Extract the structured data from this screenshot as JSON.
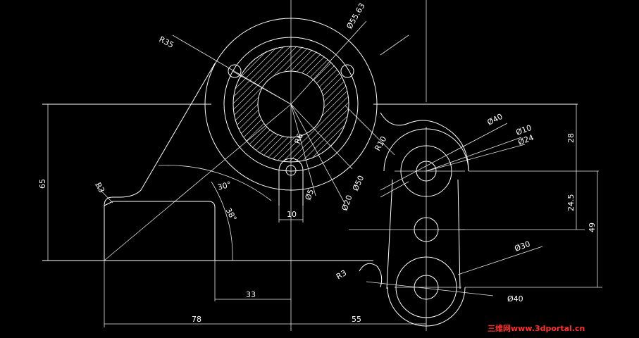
{
  "drawing": {
    "dims": {
      "r35": "R35",
      "d5563": "Ø55.63",
      "d40_top": "Ø40",
      "d10": "Ø10",
      "d24": "Ø24",
      "r10": "R10",
      "d50": "Ø50",
      "d20": "Ø20",
      "d5": "Ø5",
      "r6": "R6",
      "w10": "10",
      "r3_left": "R3",
      "a30": "30°",
      "a38": "38°",
      "v65": "65",
      "v28": "28",
      "v245": "24.5",
      "v49": "49",
      "d30": "Ø30",
      "r3_bottom": "R3",
      "d40_bottom": "Ø40",
      "h33": "33",
      "h78": "78",
      "h55": "55"
    },
    "watermark": "三维网www.3dportal.cn"
  }
}
